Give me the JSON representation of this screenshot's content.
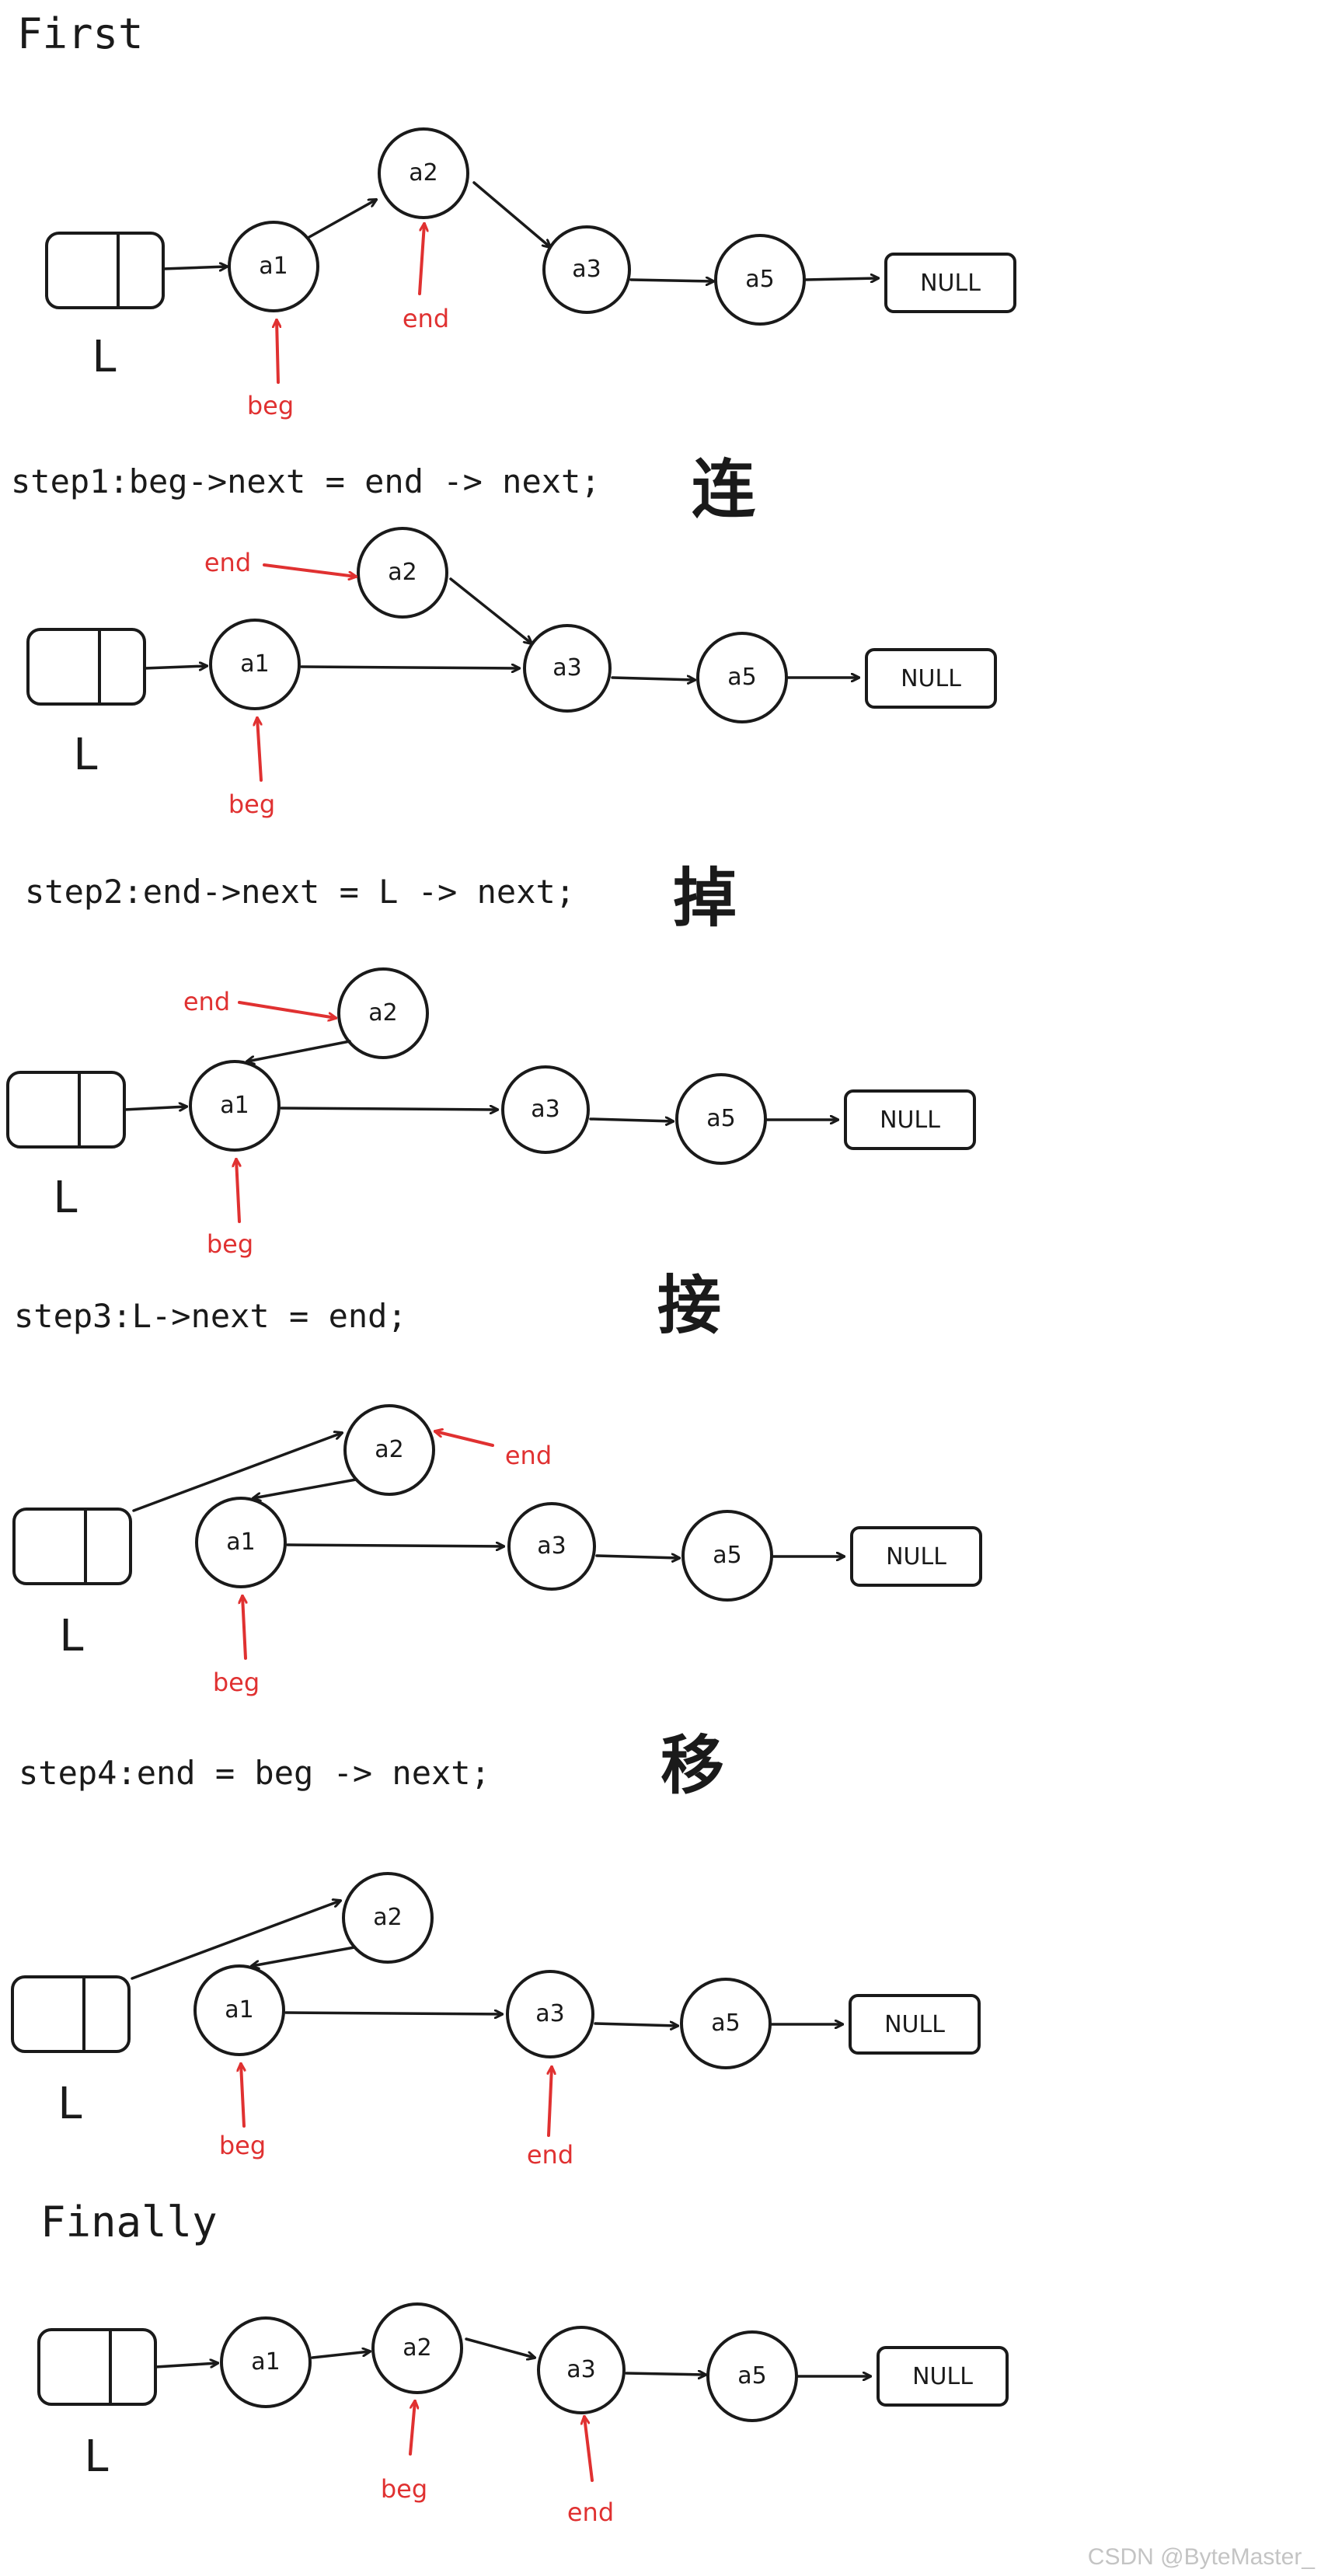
{
  "headings": {
    "first": "First",
    "finally": "Finally"
  },
  "steps": [
    {
      "code": "step1:beg->next = end -> next;",
      "char": "连"
    },
    {
      "code": "step2:end->next = L -> next;",
      "char": "掉"
    },
    {
      "code": "step3:L->next = end;",
      "char": "接"
    },
    {
      "code": "step4:end = beg -> next;",
      "char": "移"
    }
  ],
  "labels": {
    "head": "L",
    "null": "NULL",
    "nodes": [
      "a1",
      "a2",
      "a3",
      "a5"
    ],
    "beg": "beg",
    "end": "end"
  },
  "colors": {
    "ink": "#1a1a1a",
    "pointer": "#e03131",
    "watermark": "#c4c4c4"
  },
  "watermark": "CSDN @ByteMaster_"
}
